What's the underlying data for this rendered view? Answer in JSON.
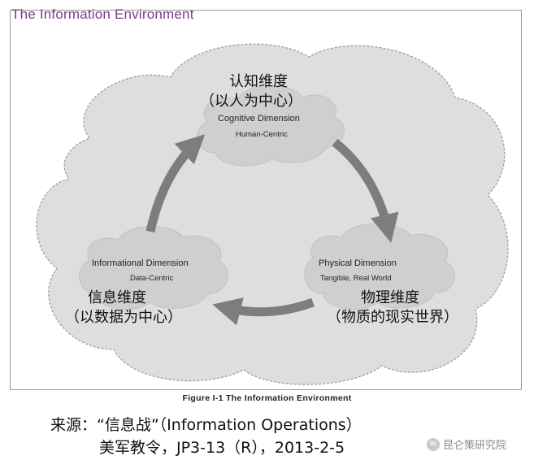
{
  "frame_title": "The Information Environment",
  "cognitive": {
    "zh_title": "认知维度",
    "zh_subtitle": "（以人为中心）",
    "en_title": "Cognitive Dimension",
    "en_subtitle": "Human-Centric"
  },
  "informational": {
    "en_title": "Informational Dimension",
    "en_subtitle": "Data-Centric",
    "zh_title": "信息维度",
    "zh_subtitle": "（以数据为中心）"
  },
  "physical": {
    "en_title": "Physical Dimension",
    "en_subtitle": "Tangible, Real World",
    "zh_title": "物理维度",
    "zh_subtitle": "（物质的现实世界）"
  },
  "figure_caption": "Figure I-1   The Information Environment",
  "source_line1": "来源：“信息战”（Information Operations）",
  "source_line2": "美军教令，JP3-13（R），2013-2-5",
  "watermark_text": "昆仑策研究院",
  "colors": {
    "outer_cloud": "#dcdcdc",
    "inner_cloud": "#cccccc",
    "arrow": "#7d7d7d",
    "title": "#7a3b8f"
  }
}
